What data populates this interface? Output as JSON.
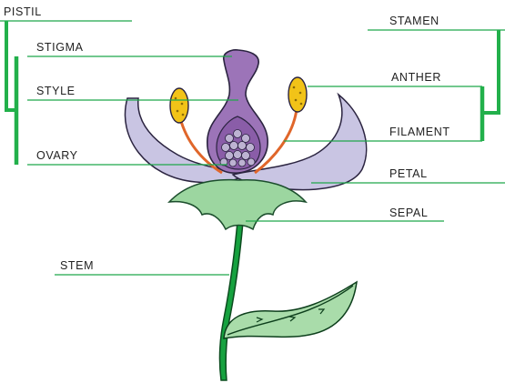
{
  "labels": {
    "pistil": "PISTIL",
    "stigma": "STIGMA",
    "style": "STYLE",
    "ovary": "OVARY",
    "stamen": "STAMEN",
    "anther": "ANTHER",
    "filament": "FILAMENT",
    "petal": "PETAL",
    "sepal": "SEPAL",
    "stem": "STEM"
  },
  "colors": {
    "leader_line": "#1fa84a",
    "bracket": "#22b04b",
    "petal": "#c9c5e3",
    "pistil": "#9c74b8",
    "ovary": "#8a5da8",
    "ovule": "#bdb3d2",
    "anther": "#f2c318",
    "filament": "#e0662a",
    "sepal": "#9cd6a0",
    "stem": "#16a23f",
    "leaf": "#a9dcaa"
  }
}
